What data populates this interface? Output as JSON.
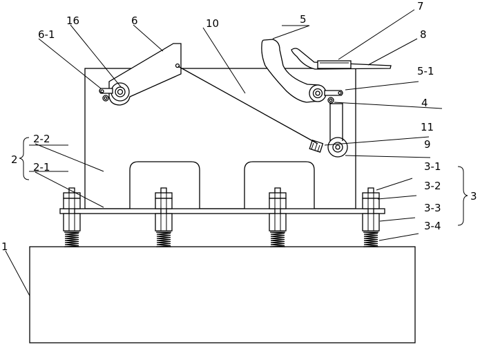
{
  "labels": {
    "l1": "1",
    "l2": "2",
    "l2_1": "2-1",
    "l2_2": "2-2",
    "l3": "3",
    "l3_1": "3-1",
    "l3_2": "3-2",
    "l3_3": "3-3",
    "l3_4": "3-4",
    "l4": "4",
    "l5": "5",
    "l5_1": "5-1",
    "l6": "6",
    "l6_1": "6-1",
    "l7": "7",
    "l8": "8",
    "l9": "9",
    "l10": "10",
    "l11": "11",
    "l16": "16"
  }
}
